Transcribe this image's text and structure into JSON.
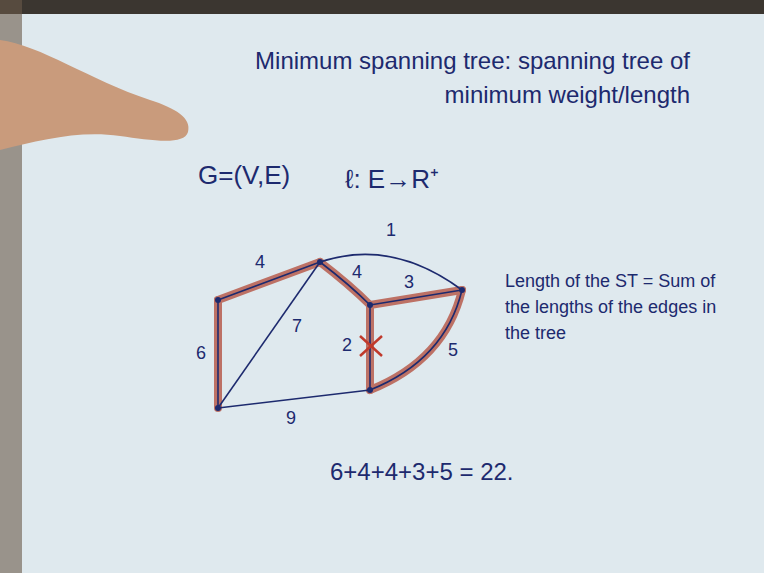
{
  "diagram": {
    "title": "Minimum spanning tree: spanning tree of minimum weight/length",
    "labels": [
      "G=(V,E)",
      "ℓ: E→R⁺",
      "4",
      "1",
      "6",
      "7",
      "4",
      "3",
      "2",
      "5",
      "9",
      "Length of the ST = Sum of the lengths of the edges in the tree",
      "6+4+4+3+5 = 22."
    ]
  }
}
